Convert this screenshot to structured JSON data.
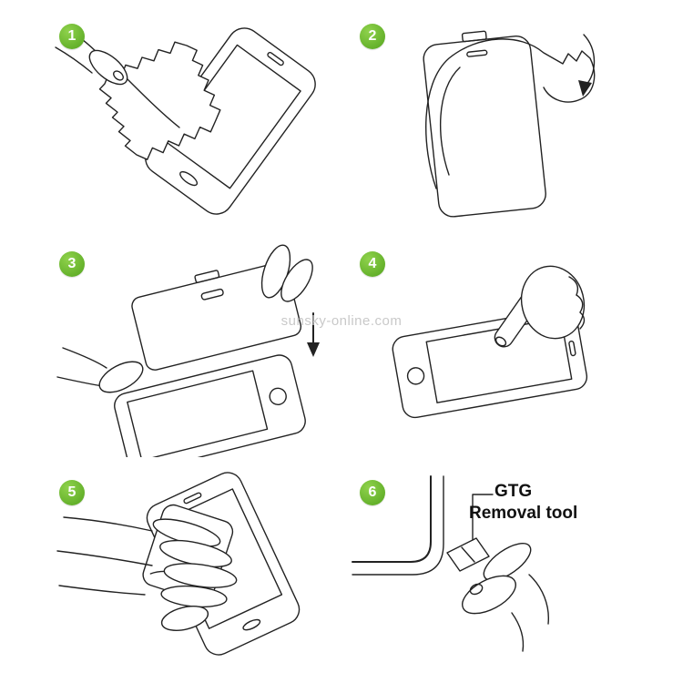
{
  "page": {
    "background_color": "#ffffff",
    "line_color": "#222222",
    "watermark": "sunsky-online.com",
    "watermark_color": "#c9c9c9"
  },
  "badge": {
    "color": "#54a41e",
    "text_color": "#ffffff"
  },
  "steps": [
    {
      "number": "1",
      "illustration": "clean-screen-with-cloth"
    },
    {
      "number": "2",
      "illustration": "peel-off-backing-film"
    },
    {
      "number": "3",
      "illustration": "align-and-place-protector"
    },
    {
      "number": "4",
      "illustration": "press-screen-with-finger"
    },
    {
      "number": "5",
      "illustration": "smooth-bubbles-with-card"
    },
    {
      "number": "6",
      "illustration": "use-removal-tool-on-corner",
      "label": {
        "line1": "GTG",
        "line2": "Removal tool"
      }
    }
  ]
}
